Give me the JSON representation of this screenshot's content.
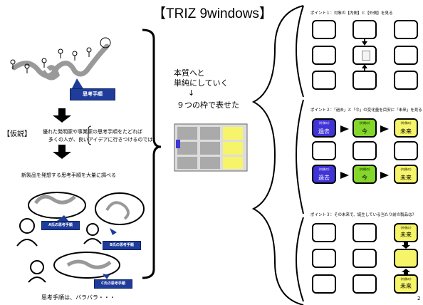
{
  "title": "【TRIZ 9windows】",
  "left": {
    "thinking_tag": "思考手順",
    "hypothesis_label": "【仮説】",
    "hypothesis_line1": "優れた発明家や事業家の思考手順をたどれば",
    "hypothesis_line2": "多くの人が、良いアイデアに行きつけるのでは？",
    "research_text": "新製品を発想する思考手順を大量に調べる",
    "person_a": "A氏の思考手順",
    "person_b": "B氏の思考手順",
    "person_c": "C氏の思考手順",
    "footer": "思考手順は、バラバラ・・・"
  },
  "middle": {
    "line1": "本質へと",
    "line2": "単純にしていく",
    "arrow": "↓",
    "line3": "９つの枠で表せた"
  },
  "right": {
    "point1_title": "ポイント１：対象の【内側】",
    "point1_mid": "と【外側】",
    "point1_end": "を見る",
    "point2_title": "ポイント２：「過去」と「今」の変化量を目安に「未来」を見る",
    "point3_title": "ポイント３：その未来で、誕生している当たり前の製品は？",
    "past": "過去",
    "now": "今",
    "future": "未来",
    "outer_small": "(外側の)",
    "inner_small": "(内側の)",
    "page_num": "2"
  }
}
